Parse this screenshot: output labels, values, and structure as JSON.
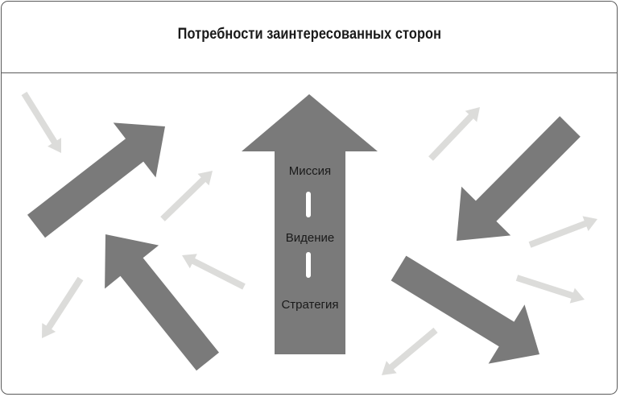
{
  "header": {
    "title": "Потребности заинтересованных сторон"
  },
  "central_arrow": {
    "labels": [
      "Миссия",
      "Видение",
      "Стратегия"
    ],
    "color": "#7a7a7a"
  },
  "colors": {
    "big_arrow": "#7a7a7a",
    "small_arrow": "#dcdcda",
    "frame_border": "#5a5a5a",
    "dash": "#ffffff"
  }
}
